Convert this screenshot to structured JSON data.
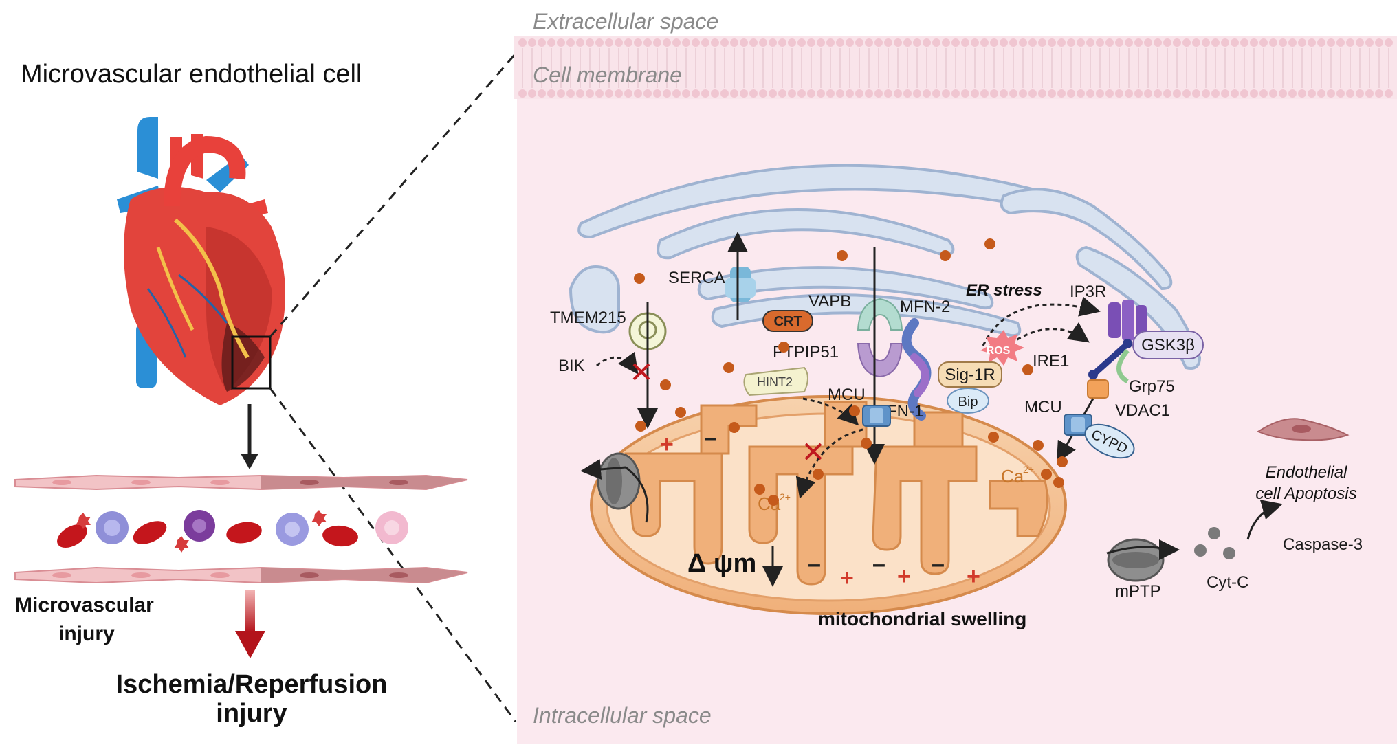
{
  "left_panel": {
    "title": "Microvascular endothelial cell",
    "microvascular_injury_line1": "Microvascular",
    "microvascular_injury_line2": "injury",
    "ir_injury_line1": "Ischemia/Reperfusion",
    "ir_injury_line2": "injury"
  },
  "regions": {
    "extracellular": "Extracellular space",
    "membrane": "Cell membrane",
    "intracellular": "Intracellular space"
  },
  "er_labels": {
    "serca": "SERCA",
    "tmem215": "TMEM215",
    "bik": "BIK",
    "crt": "CRT",
    "vapb": "VAPB",
    "ptpip51": "PTPIP51",
    "mfn2": "MFN-2",
    "mfn1": "MFN-1",
    "er_stress": "ER stress",
    "ros": "ROS",
    "ip3r": "IP3R",
    "ire1": "IRE1",
    "gsk3b": "GSK3β",
    "grp75": "Grp75",
    "vdac1": "VDAC1",
    "sig1r": "Sig-1R",
    "bip": "Bip",
    "hint2": "HINT2"
  },
  "mito_labels": {
    "mcu_left": "MCU",
    "mcu_right": "MCU",
    "cypd": "CYPD",
    "ca_left": "Ca",
    "ca_right": "Ca",
    "ca_sup": "2+",
    "delta_psi": "Δ ψm",
    "swelling": "mitochondrial swelling",
    "mptp": "mPTP",
    "minus": "–",
    "plus": "+"
  },
  "apoptosis": {
    "cytc": "Cyt-C",
    "caspase": "Caspase-3",
    "line1": "Endothelial",
    "line2": "cell Apoptosis"
  },
  "colors": {
    "er_fill": "#d8e2f0",
    "er_stroke": "#9fb3d1",
    "mito_outer": "#f4c79a",
    "mito_inner": "#fbe1c8",
    "cell_bg": "#fbe9ef",
    "membrane": "#f5d9e0",
    "calcium": "#c55a1b",
    "red_arrow": "#c0191f",
    "ros": "#f27c84"
  }
}
